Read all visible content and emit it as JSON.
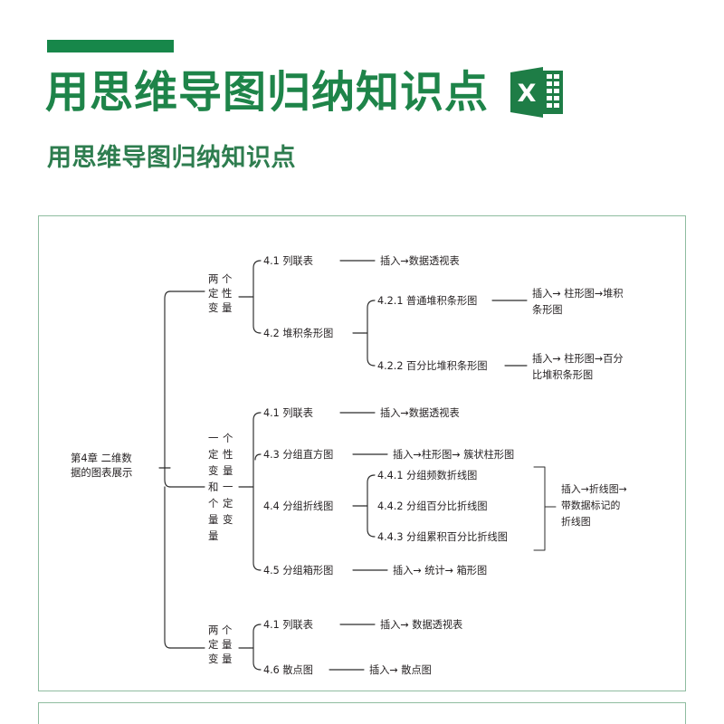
{
  "header": {
    "accent_bar_color": "#17874A",
    "title": "用思维导图归纳知识点",
    "subtitle": "用思维导图归纳知识点",
    "title_color": "#1E8449",
    "excel_icon_name": "excel-icon",
    "excel_icon_letter": "X",
    "excel_icon_color": "#1E7D46"
  },
  "mindmap": {
    "root": "第4章 二维数\n据的图表展示",
    "root_line1": "第4章 二维数",
    "root_line2": "据的图表展示",
    "branches": [
      {
        "id": "branch-two-qualitative",
        "label": "两个定性变量",
        "label_rows": [
          [
            "两",
            "个"
          ],
          [
            "定",
            "性"
          ],
          [
            "变",
            "量"
          ]
        ],
        "items": [
          {
            "id": "item-4-1-a",
            "label": "4.1 列联表",
            "action": "插入→数据透视表",
            "action_lines": [
              "插入→数据透视表"
            ],
            "children": []
          },
          {
            "id": "item-4-2",
            "label": "4.2 堆积条形图",
            "action": "",
            "action_lines": [],
            "children": [
              {
                "id": "item-4-2-1",
                "label": "4.2.1 普通堆积条形图",
                "action": "插入→柱形图→堆积条形图",
                "action_lines": [
                  "插入→ 柱形图→堆积",
                  "条形图"
                ]
              },
              {
                "id": "item-4-2-2",
                "label": "4.2.2 百分比堆积条形图",
                "action": "插入→柱形图→百分比堆积条形图",
                "action_lines": [
                  "插入→ 柱形图→百分",
                  "比堆积条形图"
                ]
              }
            ]
          }
        ]
      },
      {
        "id": "branch-one-qual-one-quant",
        "label": "一个定性变量和一个定量变量",
        "label_col_right": [
          "一",
          "定",
          "变",
          "和",
          "个",
          "量",
          "量"
        ],
        "label_col_left": [
          "个",
          "性",
          "量",
          "一",
          "定",
          "变"
        ],
        "items": [
          {
            "id": "item-4-1-b",
            "label": "4.1 列联表",
            "action": "插入→数据透视表",
            "action_lines": [
              "插入→数据透视表"
            ],
            "children": []
          },
          {
            "id": "item-4-3",
            "label": "4.3 分组直方图",
            "action": "插入→柱形图→簇状柱形图",
            "action_lines": [
              "插入→柱形图→ 簇状柱形图"
            ],
            "children": []
          },
          {
            "id": "item-4-4",
            "label": "4.4 分组折线图",
            "action": "",
            "action_lines": [],
            "group_action": "插入→折线图→带数据标记的折线图",
            "group_action_lines": [
              "插入→折线图→",
              "带数据标记的",
              "折线图"
            ],
            "children": [
              {
                "id": "item-4-4-1",
                "label": "4.4.1 分组频数折线图"
              },
              {
                "id": "item-4-4-2",
                "label": "4.4.2 分组百分比折线图"
              },
              {
                "id": "item-4-4-3",
                "label": "4.4.3 分组累积百分比折线图"
              }
            ]
          },
          {
            "id": "item-4-5",
            "label": "4.5 分组箱形图",
            "action": "插入→统计→箱形图",
            "action_lines": [
              "插入→ 统计→ 箱形图"
            ],
            "children": []
          }
        ]
      },
      {
        "id": "branch-two-quantitative",
        "label": "两个定量变量",
        "label_rows": [
          [
            "两",
            "个"
          ],
          [
            "定",
            "量"
          ],
          [
            "变",
            "量"
          ]
        ],
        "items": [
          {
            "id": "item-4-1-c",
            "label": "4.1 列联表",
            "action": "插入→数据透视表",
            "action_lines": [
              "插入→ 数据透视表"
            ],
            "children": []
          },
          {
            "id": "item-4-6",
            "label": "4.6 散点图",
            "action": "插入→散点图",
            "action_lines": [
              "插入→ 散点图"
            ],
            "children": []
          }
        ]
      }
    ]
  },
  "frame": {
    "border_color": "#8FBCA0"
  }
}
